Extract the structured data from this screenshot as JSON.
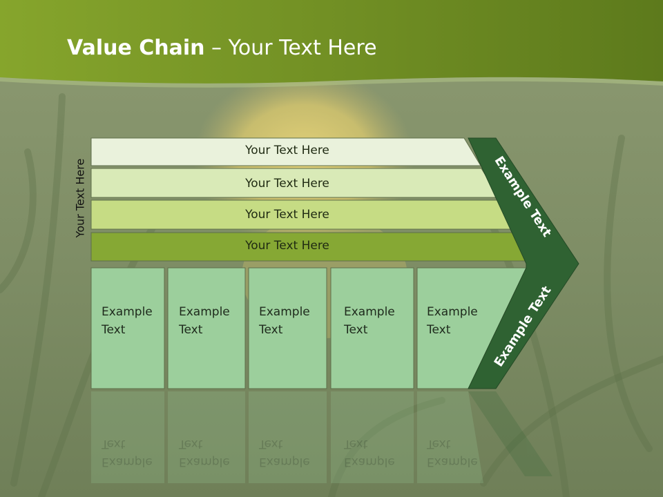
{
  "slide": {
    "title_bold": "Value Chain",
    "title_rest": " – Your Text Here",
    "side_label": "Your Text Here",
    "rows": [
      {
        "label": "Your Text Here",
        "color": "#eaf2dc"
      },
      {
        "label": "Your Text Here",
        "color": "#d9eab7"
      },
      {
        "label": "Your Text Here",
        "color": "#c6dc84"
      },
      {
        "label": "Your Text Here",
        "color": "#86a834"
      }
    ],
    "boxes": [
      {
        "line1": "Example",
        "line2": "Text"
      },
      {
        "line1": "Example",
        "line2": "Text"
      },
      {
        "line1": "Example",
        "line2": "Text"
      },
      {
        "line1": "Example",
        "line2": "Text"
      },
      {
        "line1": "Example",
        "line2": "Text"
      }
    ],
    "box_color": "#9ccf9c",
    "chevron_color": "#2f6232",
    "chevron_upper_text": "Example Text",
    "chevron_lower_text": "Example Text",
    "header_color": "#7fa22a"
  }
}
